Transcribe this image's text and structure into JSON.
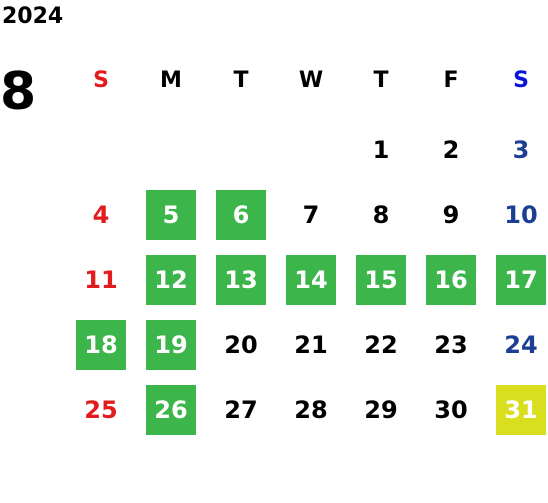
{
  "year": "2024",
  "month": "8",
  "weekdays": [
    "S",
    "M",
    "T",
    "W",
    "T",
    "F",
    "S"
  ],
  "weeks": [
    [
      null,
      null,
      null,
      null,
      "1",
      "2",
      "3"
    ],
    [
      "4",
      "5",
      "6",
      "7",
      "8",
      "9",
      "10"
    ],
    [
      "11",
      "12",
      "13",
      "14",
      "15",
      "16",
      "17"
    ],
    [
      "18",
      "19",
      "20",
      "21",
      "22",
      "23",
      "24"
    ],
    [
      "25",
      "26",
      "27",
      "28",
      "29",
      "30",
      "31"
    ]
  ],
  "highlight_green": [
    "5",
    "6",
    "12",
    "13",
    "14",
    "15",
    "16",
    "17",
    "18",
    "19",
    "26"
  ],
  "highlight_yellow": [
    "31"
  ],
  "colors": {
    "sunday": "#e21c1c",
    "saturday": "#1c3f94",
    "saturday_header": "#0a14d8",
    "green": "#3cb54b",
    "yellow": "#d9df1f"
  }
}
